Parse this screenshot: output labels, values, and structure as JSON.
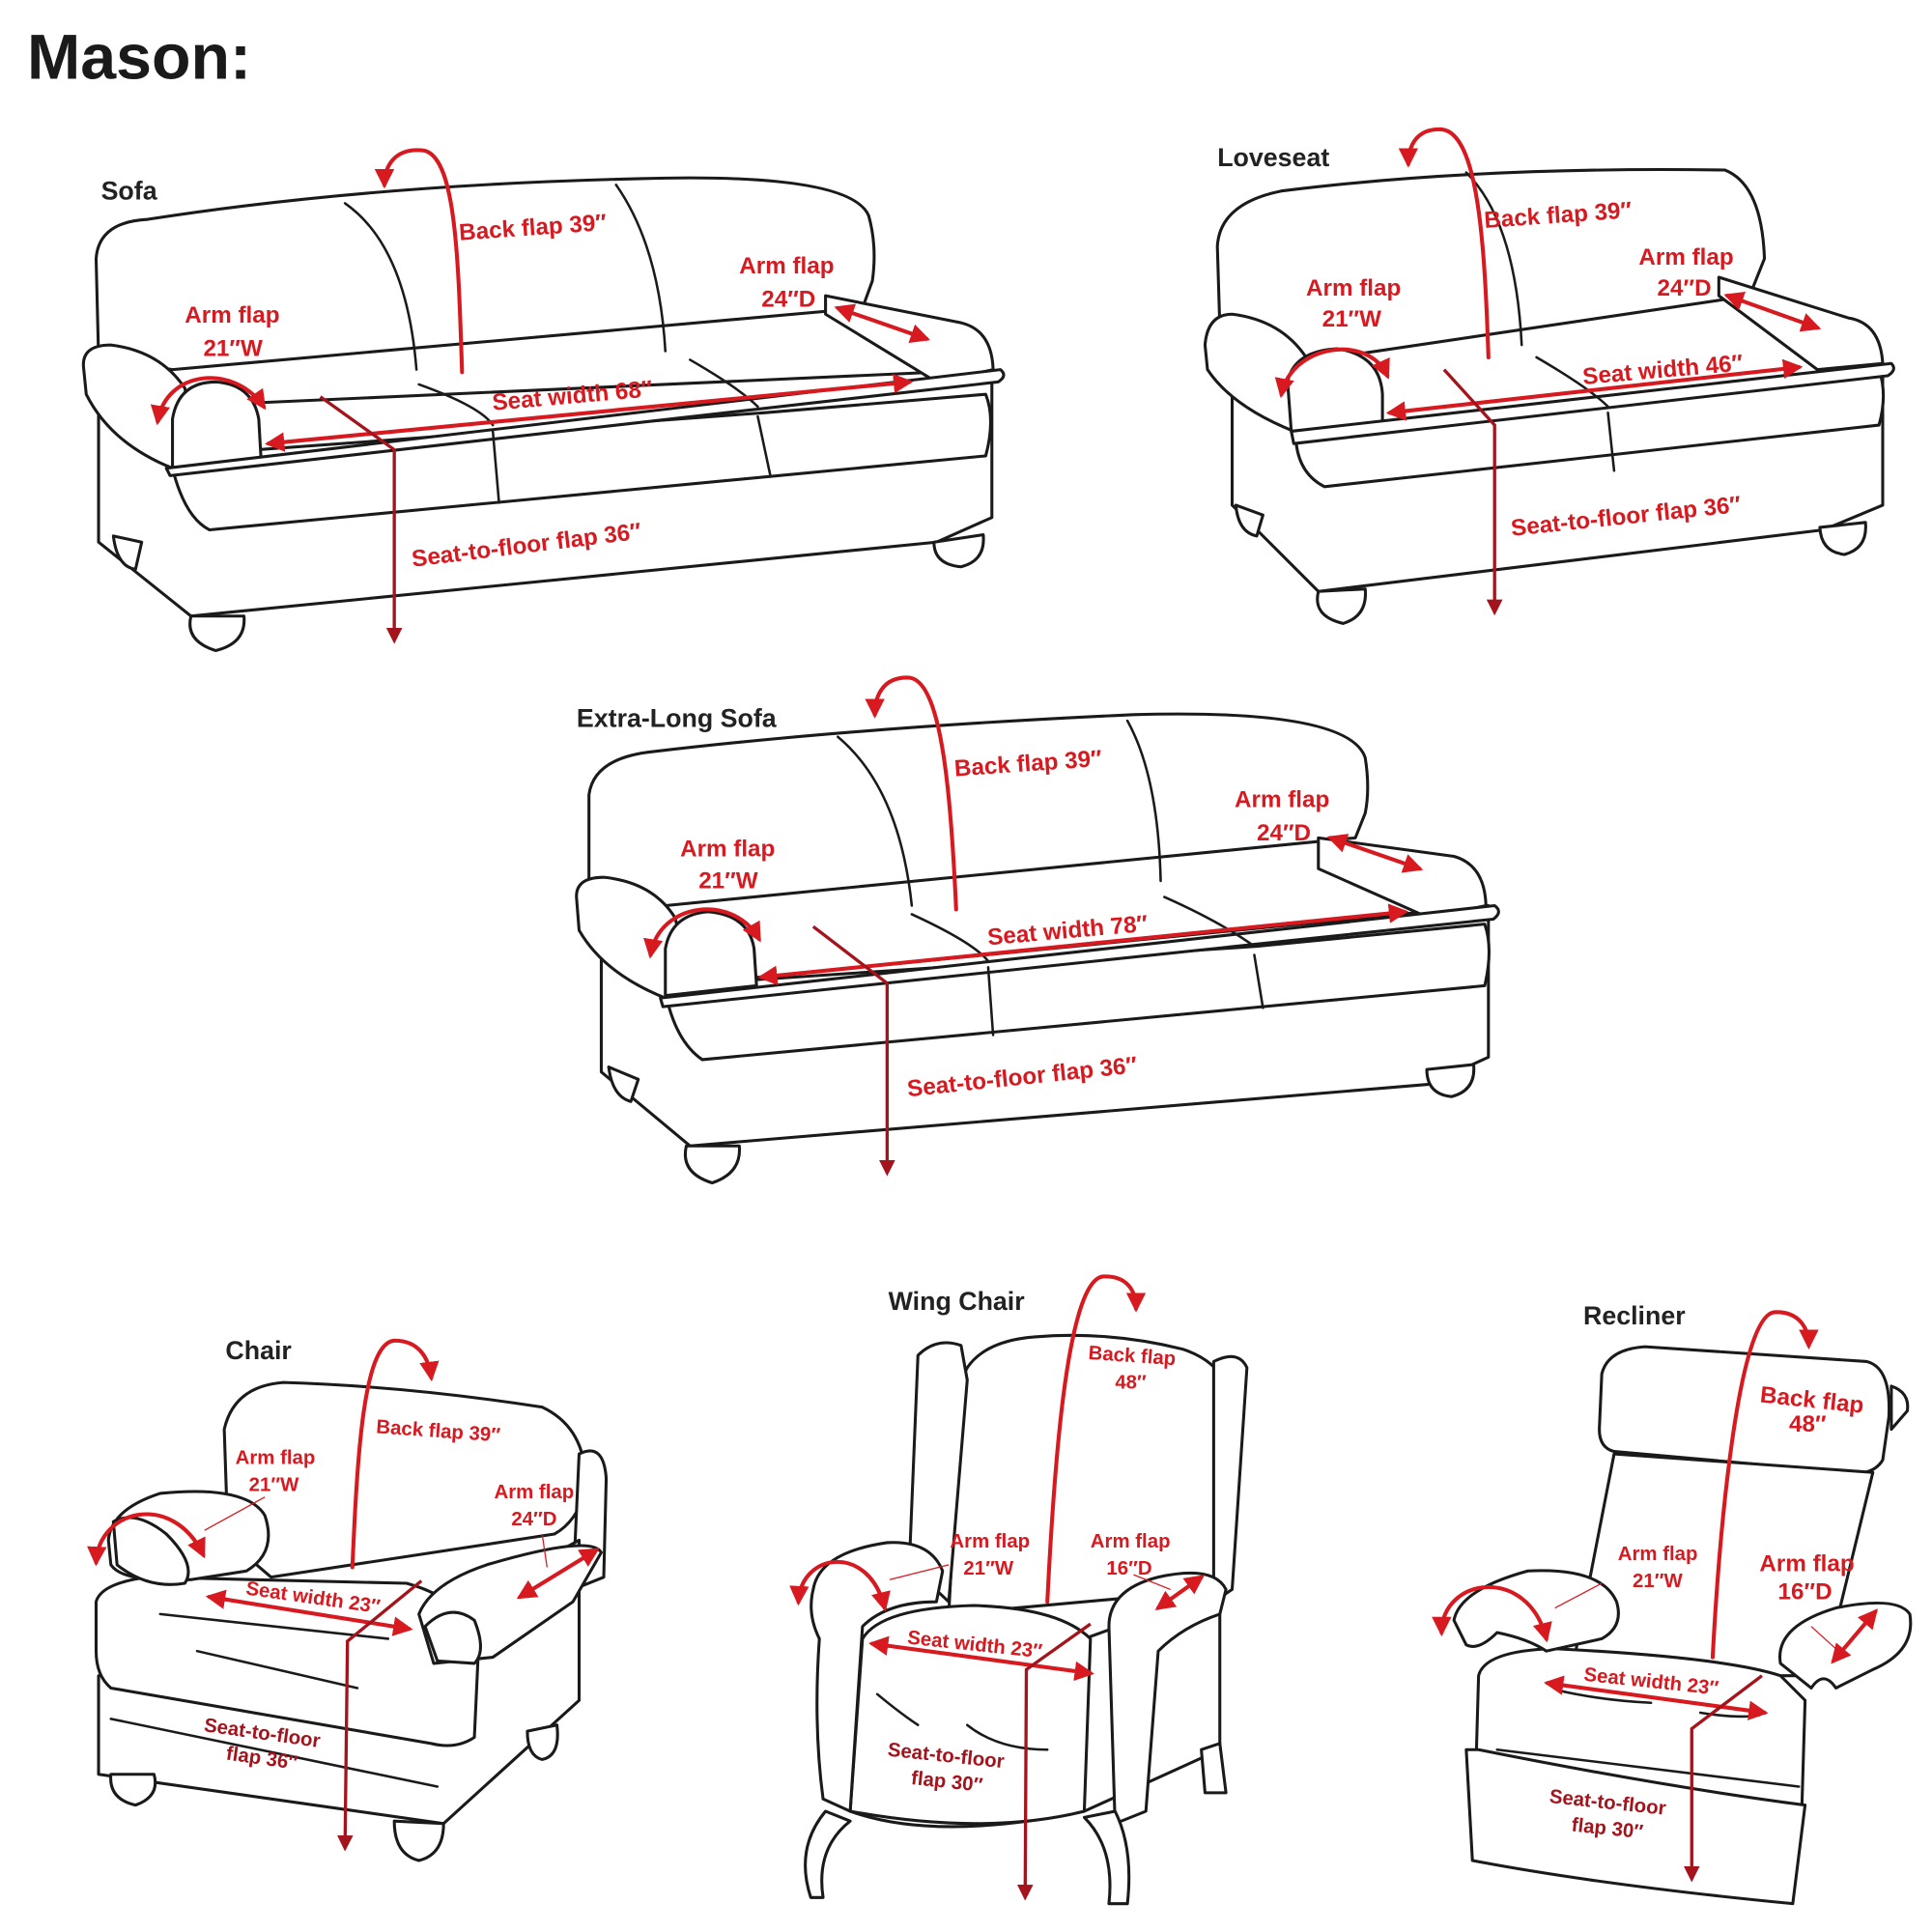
{
  "title": "Mason:",
  "colors": {
    "accent": "#d71920",
    "dark_accent": "#a3141c",
    "outline": "#1a1a1a"
  },
  "sofa": {
    "name": "Sofa",
    "back_flap": "Back flap 39″",
    "arm_flap_d_1": "Arm flap",
    "arm_flap_d_2": "24″D",
    "arm_flap_w_1": "Arm flap",
    "arm_flap_w_2": "21″W",
    "seat_width": "Seat width 68″",
    "seat_to_floor": "Seat-to-floor  flap 36″"
  },
  "loveseat": {
    "name": "Loveseat",
    "back_flap": "Back flap 39″",
    "arm_flap_d_1": "Arm flap",
    "arm_flap_d_2": "24″D",
    "arm_flap_w_1": "Arm flap",
    "arm_flap_w_2": "21″W",
    "seat_width": "Seat width 46″",
    "seat_to_floor": "Seat-to-floor  flap 36″"
  },
  "extra_long_sofa": {
    "name": "Extra-Long Sofa",
    "back_flap": "Back flap 39″",
    "arm_flap_d_1": "Arm flap",
    "arm_flap_d_2": "24″D",
    "arm_flap_w_1": "Arm flap",
    "arm_flap_w_2": "21″W",
    "seat_width": "Seat width 78″",
    "seat_to_floor": "Seat-to-floor  flap 36″"
  },
  "chair": {
    "name": "Chair",
    "back_flap": "Back flap 39″",
    "arm_flap_w_1": "Arm flap",
    "arm_flap_w_2": "21″W",
    "arm_flap_d_1": "Arm flap",
    "arm_flap_d_2": "24″D",
    "seat_width": "Seat width 23″",
    "seat_to_floor_1": "Seat-to-floor",
    "seat_to_floor_2": "flap 36″"
  },
  "wing_chair": {
    "name": "Wing Chair",
    "back_flap_1": "Back flap",
    "back_flap_2": "48″",
    "arm_flap_w_1": "Arm flap",
    "arm_flap_w_2": "21″W",
    "arm_flap_d_1": "Arm flap",
    "arm_flap_d_2": "16″D",
    "seat_width": "Seat width 23″",
    "seat_to_floor_1": "Seat-to-floor",
    "seat_to_floor_2": "flap 30″"
  },
  "recliner": {
    "name": "Recliner",
    "back_flap_1": "Back flap",
    "back_flap_2": "48″",
    "arm_flap_w_1": "Arm flap",
    "arm_flap_w_2": "21″W",
    "arm_flap_d_1": "Arm flap",
    "arm_flap_d_2": "16″D",
    "seat_width": "Seat width 23″",
    "seat_to_floor_1": "Seat-to-floor",
    "seat_to_floor_2": "flap 30″"
  }
}
